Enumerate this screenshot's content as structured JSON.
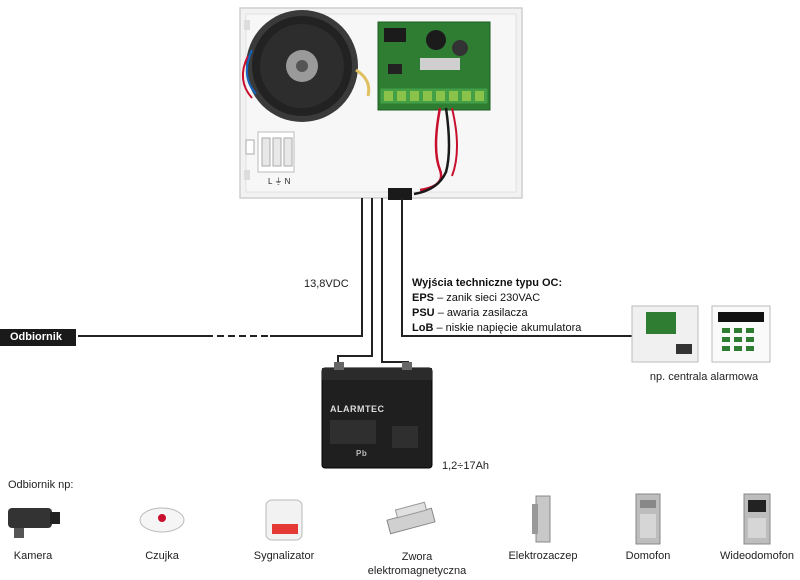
{
  "psu": {
    "terminal_label": "L ⏚ N"
  },
  "voltage_label": "13,8VDC",
  "receiver_tag": "Odbiornik",
  "oc_outputs": {
    "title": "Wyjścia techniczne typu OC:",
    "items": [
      {
        "code": "EPS",
        "text": "– zanik sieci 230VAC"
      },
      {
        "code": "PSU",
        "text": "– awaria zasilacza"
      },
      {
        "code": "LoB",
        "text": "– niskie napięcie akumulatora"
      }
    ]
  },
  "alarm_panel_label": "np. centrala alarmowa",
  "battery": {
    "brand": "ALARMTEC",
    "capacity": "1,2÷17Ah"
  },
  "receivers": {
    "title": "Odbiornik np:",
    "items": [
      {
        "label": "Kamera",
        "icon": "camera-icon"
      },
      {
        "label": "Czujka",
        "icon": "smoke-detector-icon"
      },
      {
        "label": "Sygnalizator",
        "icon": "siren-icon"
      },
      {
        "label": "Zwora elektromagnetyczna",
        "icon": "magnetic-lock-icon"
      },
      {
        "label": "Elektrozaczep",
        "icon": "electric-strike-icon"
      },
      {
        "label": "Domofon",
        "icon": "intercom-icon"
      },
      {
        "label": "Wideodomofon",
        "icon": "video-intercom-icon"
      }
    ]
  },
  "colors": {
    "wire": "#222222",
    "red_wire": "#c8102e",
    "pcb": "#2e7d32",
    "terminal": "#4caf50",
    "tag_bg": "#1a1a1a"
  }
}
